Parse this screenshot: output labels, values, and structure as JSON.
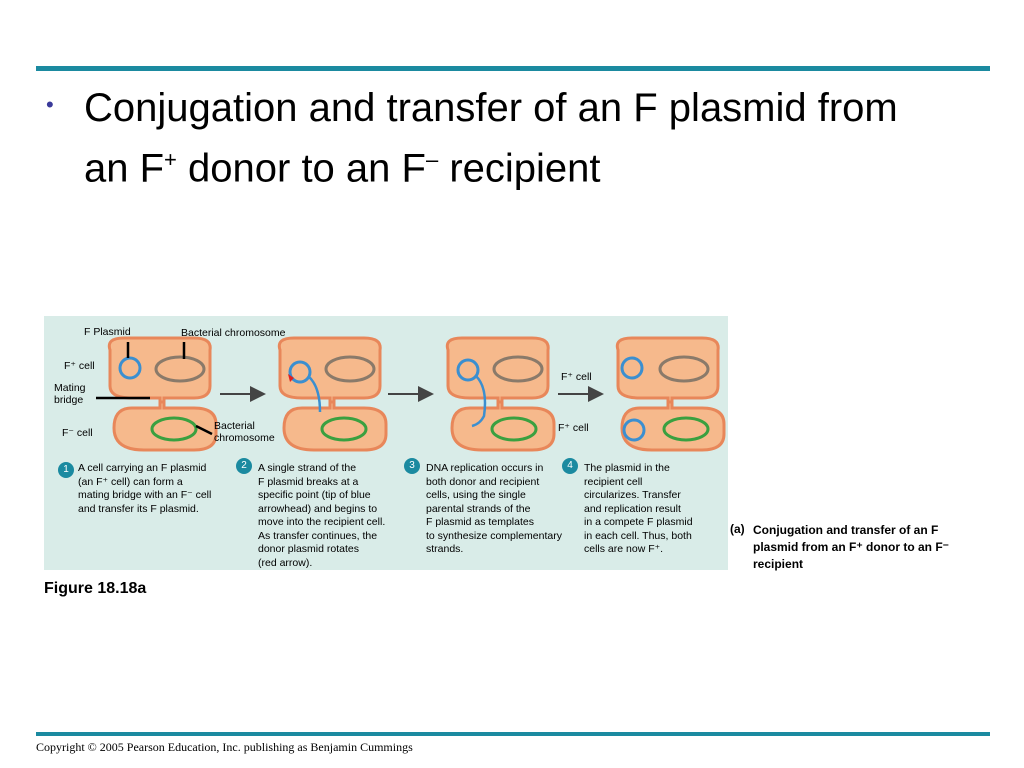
{
  "slide": {
    "bullet_text_1": "Conjugation and transfer of an F plasmid from",
    "bullet_text_2a": "an F",
    "bullet_sup_plus": "+",
    "bullet_text_2b": " donor to an F",
    "bullet_sup_minus": "–",
    "bullet_text_2c": " recipient"
  },
  "diagram": {
    "labels": {
      "f_plasmid": "F Plasmid",
      "bacterial_chromosome_top": "Bacterial chromosome",
      "fplus_cell_1": "F⁺ cell",
      "mating_bridge": "Mating\nbridge",
      "fminus_cell": "F⁻  cell",
      "bacterial_chromosome_bottom": "Bacterial\nchromosome",
      "fplus_cell_2": "F⁺ cell",
      "fplus_cell_3": "F⁺ cell"
    },
    "steps": [
      {
        "num": "1",
        "text": "A cell carrying an F plasmid\n(an F⁺ cell) can form a\nmating bridge with an F⁻ cell\nand transfer its F plasmid."
      },
      {
        "num": "2",
        "text": "A single strand of the\nF plasmid breaks at a\nspecific point (tip of blue\narrowhead) and begins to\nmove into the recipient cell.\nAs transfer continues, the\ndonor plasmid rotates\n(red arrow)."
      },
      {
        "num": "3",
        "text": "DNA replication occurs in\nboth donor and recipient\ncells, using the single\nparental strands of the\nF plasmid as templates\nto synthesize complementary\nstrands."
      },
      {
        "num": "4",
        "text": "The plasmid in the\nrecipient cell\ncircularizes. Transfer\nand replication result\nin a compete F plasmid\nin each cell. Thus, both\ncells are now F⁺."
      }
    ],
    "colors": {
      "panel_bg": "#d9ece8",
      "cell_fill": "#f6b98c",
      "cell_stroke": "#e8875a",
      "plasmid": "#3b8fd0",
      "chromosome_donor": "#8a7a6a",
      "chromosome_recipient": "#3aa040",
      "arrow": "#444444",
      "rotation_arrow": "#e02020"
    }
  },
  "figure_label": "Figure 18.18a",
  "caption": {
    "tag": "(a)",
    "text": "Conjugation and transfer of an F plasmid from an F⁺ donor to an F⁻  recipient"
  },
  "footer": {
    "copyright": "Copyright © 2005 Pearson Education, Inc. publishing as Benjamin Cummings"
  }
}
